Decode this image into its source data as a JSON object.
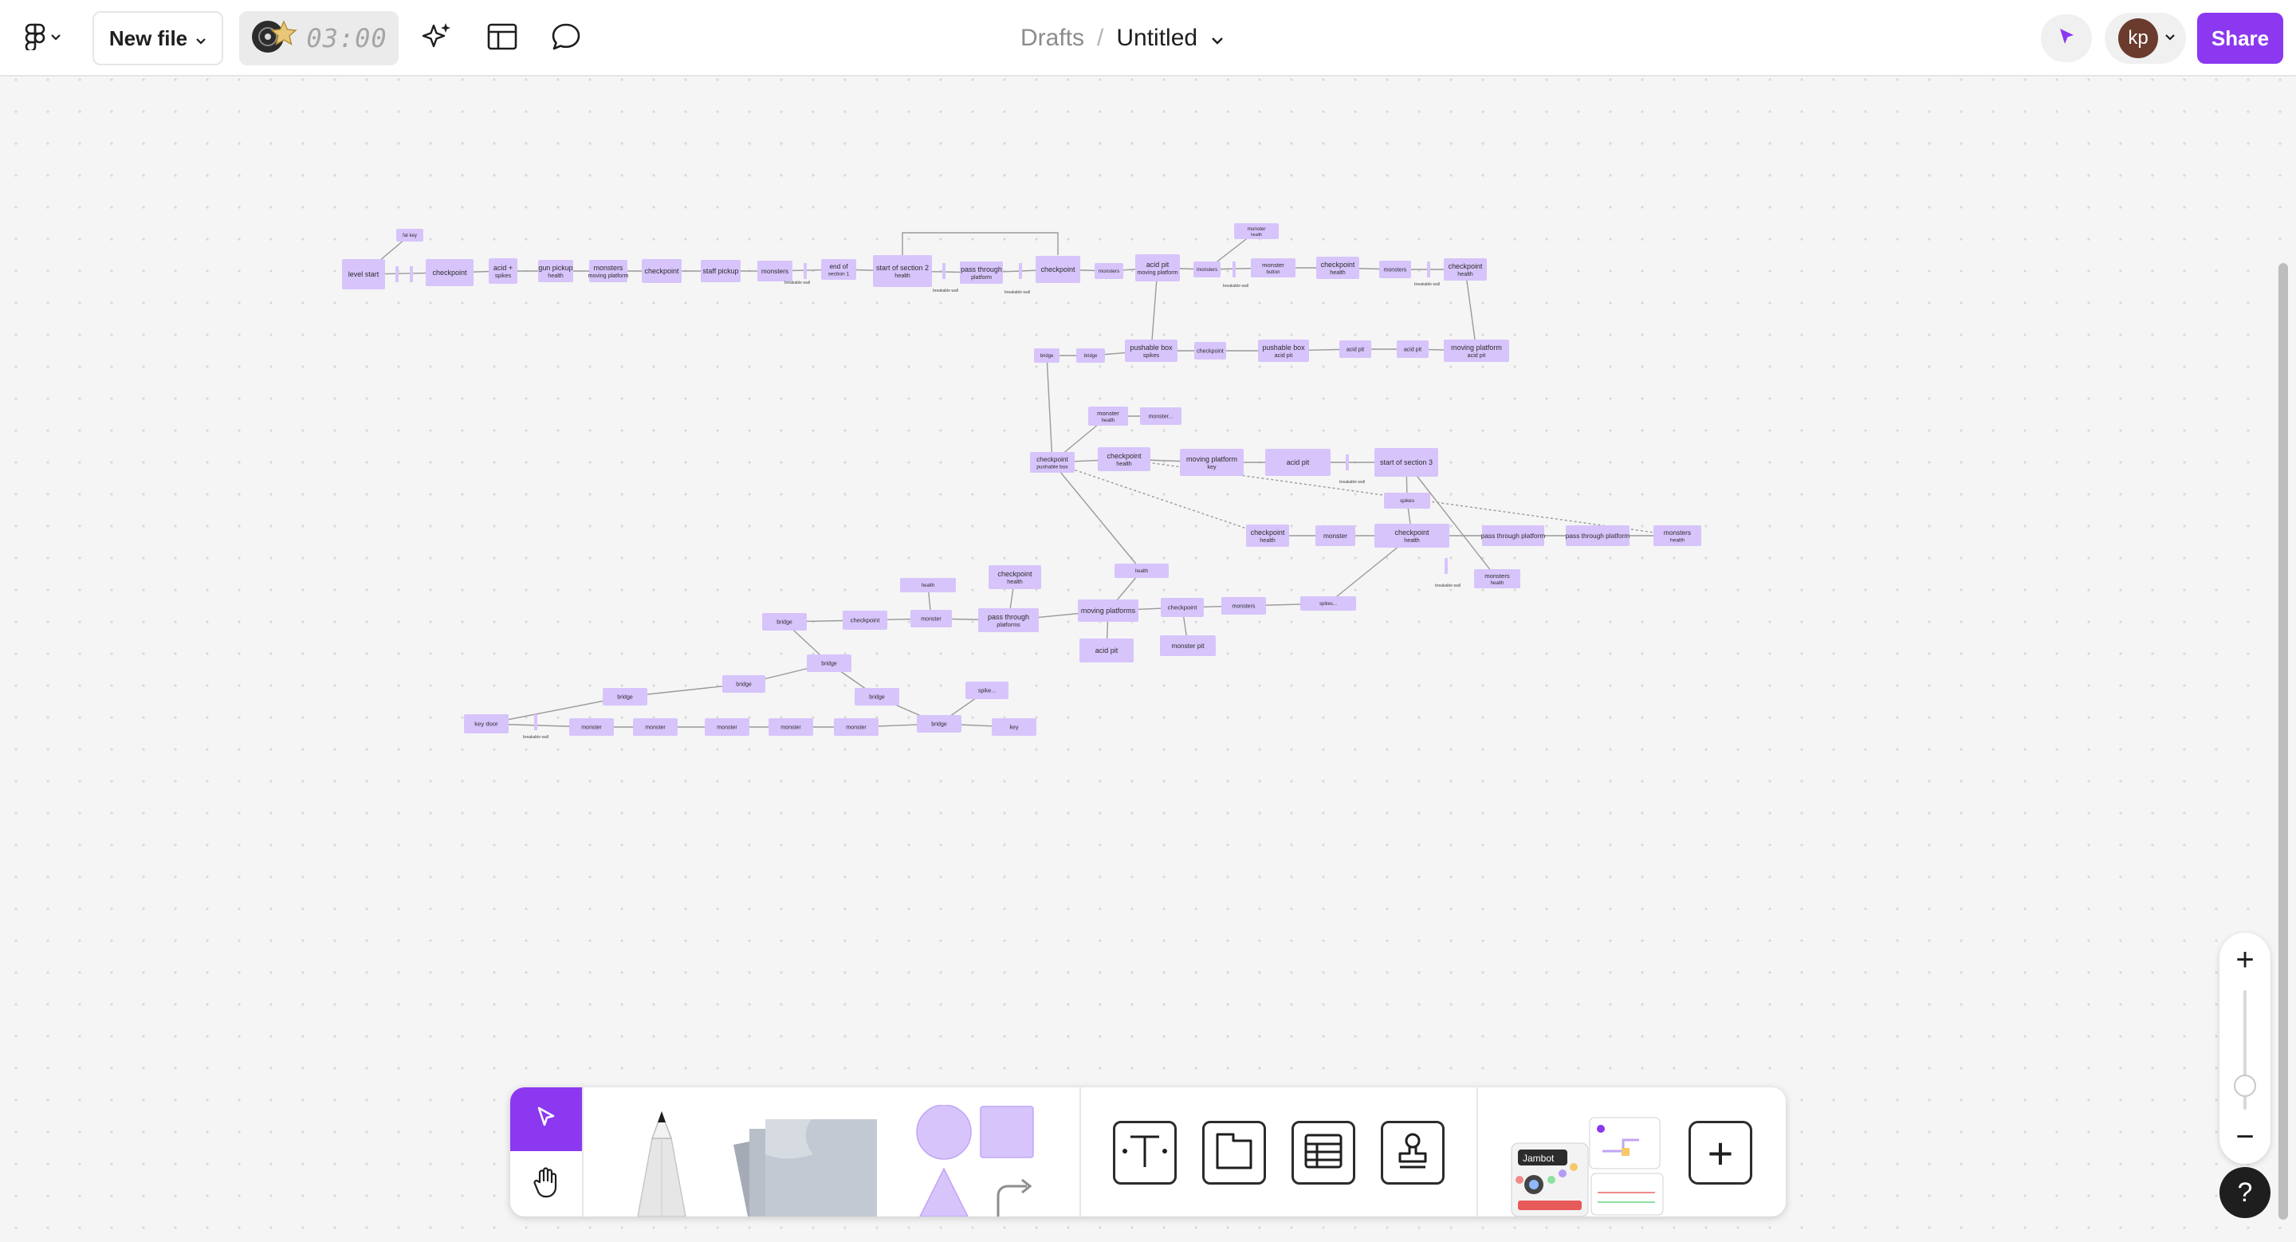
{
  "header": {
    "new_file_label": "New file",
    "timer_text": "03:00",
    "breadcrumb_parent": "Drafts",
    "breadcrumb_separator": "/",
    "file_title": "Untitled",
    "avatar_initials": "kp",
    "share_label": "Share"
  },
  "toolbar": {
    "plus_label": "+",
    "widget_label": "Jambot"
  },
  "zoom": {
    "plus": "+",
    "minus": "−"
  },
  "help_label": "?",
  "colors": {
    "accent": "#8b38f0",
    "node_fill": "#d7c4fb",
    "canvas_bg": "#f5f5f5"
  },
  "diagram": {
    "nodes": [
      {
        "id": "n1",
        "main": "level start"
      },
      {
        "id": "n2",
        "main": "checkpoint"
      },
      {
        "id": "n3",
        "main": "acid +",
        "sub": "spikes"
      },
      {
        "id": "n4",
        "main": "gun pickup",
        "sub": "health"
      },
      {
        "id": "n5",
        "main": "monsters",
        "sub": "moving platform"
      },
      {
        "id": "n6",
        "main": "checkpoint"
      },
      {
        "id": "n7",
        "main": "staff pickup"
      },
      {
        "id": "n8",
        "main": "monsters"
      },
      {
        "id": "n9",
        "main": "end of",
        "sub": "section 1"
      },
      {
        "id": "n10",
        "main": "start of section 2",
        "sub": "health"
      },
      {
        "id": "n11",
        "main": "pass through",
        "sub": "platform"
      },
      {
        "id": "n12",
        "main": "checkpoint"
      },
      {
        "id": "n13",
        "main": "monsters"
      },
      {
        "id": "n14",
        "main": "acid pit",
        "sub": "moving platform"
      },
      {
        "id": "n15",
        "main": "monsters"
      },
      {
        "id": "n16",
        "main": "monster",
        "sub": "button"
      },
      {
        "id": "n17",
        "main": "checkpoint",
        "sub": "health"
      },
      {
        "id": "n18",
        "main": "monsters"
      },
      {
        "id": "n19",
        "main": "checkpoint",
        "sub": "health"
      },
      {
        "id": "n20",
        "main": "monster",
        "sub": "health"
      },
      {
        "id": "n21",
        "main": "fat key"
      },
      {
        "id": "n22",
        "main": "bridge"
      },
      {
        "id": "n23",
        "main": "bridge"
      },
      {
        "id": "n24",
        "main": "pushable box",
        "sub": "spikes"
      },
      {
        "id": "n25",
        "main": "checkpoint"
      },
      {
        "id": "n26",
        "main": "pushable box",
        "sub": "acid pit"
      },
      {
        "id": "n27",
        "main": "acid pit"
      },
      {
        "id": "n28",
        "main": "acid pit"
      },
      {
        "id": "n29",
        "main": "moving platform",
        "sub": "acid pit"
      },
      {
        "id": "n30",
        "main": "monster",
        "sub": "health"
      },
      {
        "id": "n31",
        "main": "monster..."
      },
      {
        "id": "n32",
        "main": "checkpoint",
        "sub": "pushable box"
      },
      {
        "id": "n33",
        "main": "checkpoint",
        "sub": "health"
      },
      {
        "id": "n34",
        "main": "moving platform",
        "sub": "key"
      },
      {
        "id": "n35",
        "main": "acid pit"
      },
      {
        "id": "n36",
        "main": "start of section 3"
      },
      {
        "id": "n37",
        "main": "spikes"
      },
      {
        "id": "n38",
        "main": "checkpoint",
        "sub": "health"
      },
      {
        "id": "n39",
        "main": "monster"
      },
      {
        "id": "n40",
        "main": "checkpoint",
        "sub": "health"
      },
      {
        "id": "n41",
        "main": "pass through platform"
      },
      {
        "id": "n42",
        "main": "pass through platform"
      },
      {
        "id": "n43",
        "main": "monsters",
        "sub": "health"
      },
      {
        "id": "n44",
        "main": "monsters",
        "sub": "health"
      },
      {
        "id": "n45",
        "main": "health"
      },
      {
        "id": "n46",
        "main": "checkpoint",
        "sub": "health"
      },
      {
        "id": "n47",
        "main": "health"
      },
      {
        "id": "n48",
        "main": "bridge"
      },
      {
        "id": "n49",
        "main": "checkpoint"
      },
      {
        "id": "n50",
        "main": "monster"
      },
      {
        "id": "n51",
        "main": "pass through",
        "sub": "platforms"
      },
      {
        "id": "n52",
        "main": "moving platforms"
      },
      {
        "id": "n53",
        "main": "checkpoint"
      },
      {
        "id": "n54",
        "main": "monsters"
      },
      {
        "id": "n55",
        "main": "spikes..."
      },
      {
        "id": "n56",
        "main": "acid pit"
      },
      {
        "id": "n57",
        "main": "monster pit"
      },
      {
        "id": "n58",
        "main": "bridge"
      },
      {
        "id": "n59",
        "main": "bridge"
      },
      {
        "id": "n60",
        "main": "bridge"
      },
      {
        "id": "n61",
        "main": "bridge"
      },
      {
        "id": "n62",
        "main": "spike..."
      },
      {
        "id": "n63",
        "main": "key door"
      },
      {
        "id": "n64",
        "main": "monster"
      },
      {
        "id": "n65",
        "main": "monster"
      },
      {
        "id": "n66",
        "main": "monster"
      },
      {
        "id": "n67",
        "main": "monster"
      },
      {
        "id": "n68",
        "main": "monster"
      },
      {
        "id": "n69",
        "main": "bridge"
      },
      {
        "id": "n70",
        "main": "key"
      }
    ],
    "small_labels": [
      {
        "id": "s1",
        "text": "breakable wall"
      },
      {
        "id": "s2",
        "text": "breakable wall"
      },
      {
        "id": "s3",
        "text": "breakable wall"
      },
      {
        "id": "s4",
        "text": "breakable wall"
      },
      {
        "id": "s5",
        "text": "breakable wall"
      },
      {
        "id": "s6",
        "text": "breakable wall"
      },
      {
        "id": "s7",
        "text": "breakable wall"
      },
      {
        "id": "s8",
        "text": "breakable wall"
      }
    ]
  }
}
